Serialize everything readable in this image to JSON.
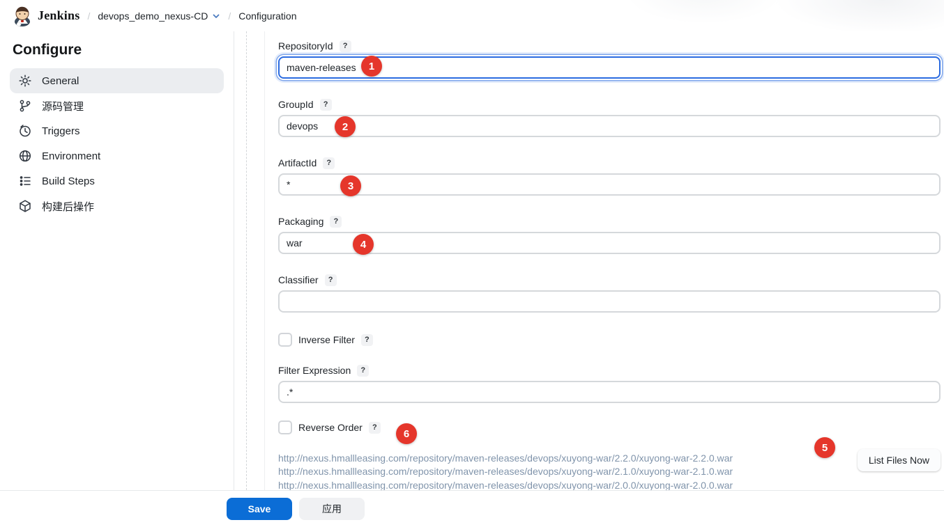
{
  "header": {
    "brand": "Jenkins",
    "separator": "/",
    "crumb_job": "devops_demo_nexus-CD",
    "crumb_page": "Configuration"
  },
  "sidebar": {
    "title": "Configure",
    "items": [
      {
        "label": "General",
        "icon": "gear-icon",
        "active": true
      },
      {
        "label": "源码管理",
        "icon": "branch-icon",
        "active": false
      },
      {
        "label": "Triggers",
        "icon": "clock-icon",
        "active": false
      },
      {
        "label": "Environment",
        "icon": "globe-icon",
        "active": false
      },
      {
        "label": "Build Steps",
        "icon": "list-icon",
        "active": false
      },
      {
        "label": "构建后操作",
        "icon": "package-icon",
        "active": false
      }
    ]
  },
  "form": {
    "help_symbol": "?",
    "fields": [
      {
        "label": "RepositoryId",
        "value": "maven-releases",
        "focused": true
      },
      {
        "label": "GroupId",
        "value": "devops",
        "focused": false
      },
      {
        "label": "ArtifactId",
        "value": "*",
        "focused": false
      },
      {
        "label": "Packaging",
        "value": "war",
        "focused": false
      },
      {
        "label": "Classifier",
        "value": "",
        "focused": false
      }
    ],
    "inverse_filter": {
      "label": "Inverse Filter",
      "checked": false
    },
    "filter_expression": {
      "label": "Filter Expression",
      "value": ".*"
    },
    "reverse_order": {
      "label": "Reverse Order",
      "checked": false
    },
    "links": [
      "http://nexus.hmallleasing.com/repository/maven-releases/devops/xuyong-war/2.2.0/xuyong-war-2.2.0.war",
      "http://nexus.hmallleasing.com/repository/maven-releases/devops/xuyong-war/2.1.0/xuyong-war-2.1.0.war",
      "http://nexus.hmallleasing.com/repository/maven-releases/devops/xuyong-war/2.0.0/xuyong-war-2.0.0.war"
    ],
    "list_files_label": "List Files Now"
  },
  "footer": {
    "save_label": "Save",
    "apply_label": "应用"
  },
  "annotations": [
    "1",
    "2",
    "3",
    "4",
    "5",
    "6"
  ],
  "colors": {
    "primary_blue": "#0b6dd6",
    "focus_blue": "#2b6be0",
    "annotation_red": "#e5362b",
    "link_gray_blue": "#8094ab",
    "sidebar_active_bg": "#ebedf0"
  }
}
